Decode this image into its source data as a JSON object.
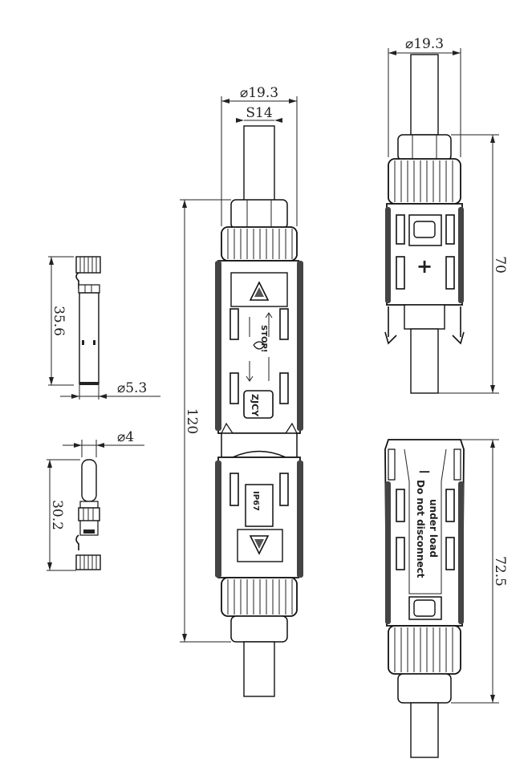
{
  "dimensions": {
    "connector_diameter": "⌀19.3",
    "wrench_size": "S14",
    "assembled_length": "120",
    "male_pin_length": "35.6",
    "male_pin_diameter": "⌀5.3",
    "female_pin_length": "30.2",
    "female_pin_diameter": "⌀4",
    "plus_connector_diameter": "⌀19.3",
    "plus_connector_length": "70",
    "minus_connector_length": "72.5"
  },
  "markings": {
    "stop_text": "STOP!",
    "brand_text": "ZJCY",
    "ip_rating": "IP67",
    "plus_symbol": "+",
    "minus_symbol": "—",
    "warning_line_1": "Do not disconnect",
    "warning_line_2": "under load"
  }
}
